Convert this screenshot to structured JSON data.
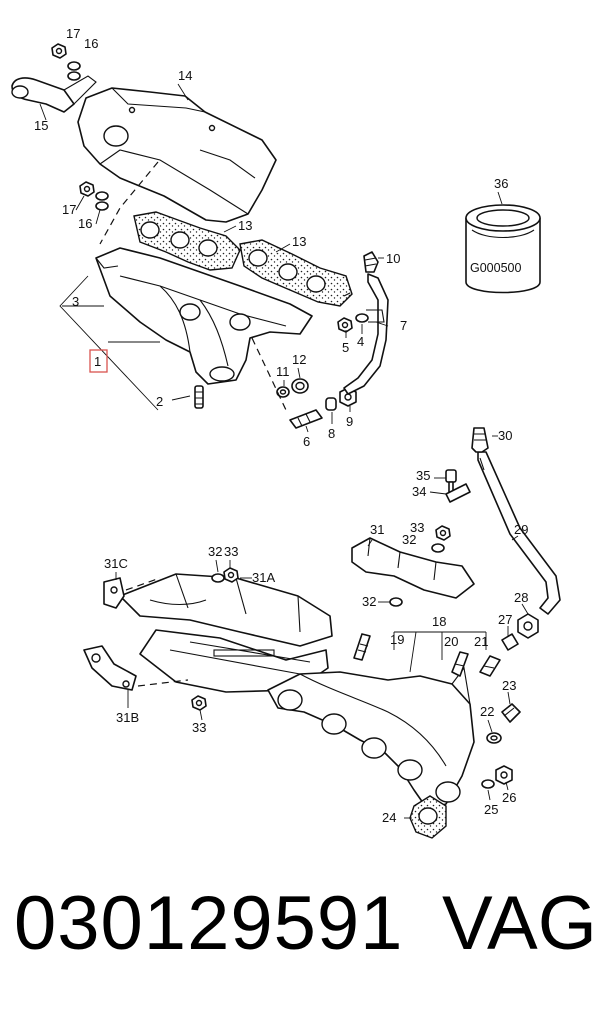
{
  "callouts": {
    "c1": "1",
    "c2": "2",
    "c3": "3",
    "c4": "4",
    "c5": "5",
    "c6": "6",
    "c7": "7",
    "c8": "8",
    "c9": "9",
    "c10": "10",
    "c11": "11",
    "c12": "12",
    "c13a": "13",
    "c13b": "13",
    "c14": "14",
    "c15": "15",
    "c16a": "16",
    "c16b": "16",
    "c17a": "17",
    "c17b": "17",
    "c18": "18",
    "c19": "19",
    "c20": "20",
    "c21": "21",
    "c22": "22",
    "c23": "23",
    "c24": "24",
    "c25": "25",
    "c26": "26",
    "c27": "27",
    "c28": "28",
    "c29": "29",
    "c30": "30",
    "c31": "31",
    "c31A": "31A",
    "c31B": "31B",
    "c31C": "31C",
    "c32a": "32",
    "c32b": "32",
    "c32c": "32",
    "c33a": "33",
    "c33b": "33",
    "c33c": "33",
    "c34": "34",
    "c35": "35",
    "c36": "36"
  },
  "filter_label": "G000500",
  "footer": {
    "part_number": "030129591",
    "brand": "VAG"
  },
  "colors": {
    "highlight_box": "#d9534f",
    "ink": "#111111"
  }
}
